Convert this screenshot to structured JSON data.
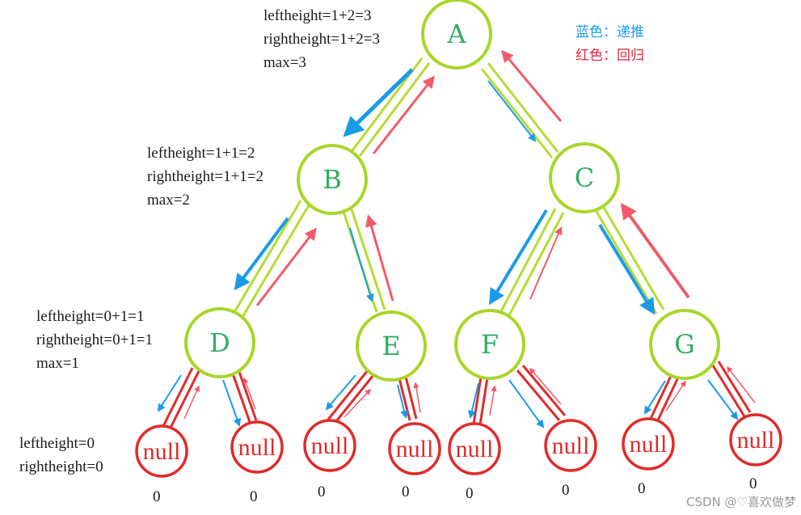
{
  "legend": {
    "blue": "蓝色：递推",
    "red": "红色：回归",
    "blue_color": "#1a9be8",
    "red_color": "#e8233a"
  },
  "nodes": {
    "A": "A",
    "B": "B",
    "C": "C",
    "D": "D",
    "E": "E",
    "F": "F",
    "G": "G"
  },
  "null_label": "null",
  "notes": {
    "a": [
      "leftheight=1+2=3",
      "rightheight=1+2=3",
      "max=3"
    ],
    "b": [
      "leftheight=1+1=2",
      "rightheight=1+1=2",
      "max=2"
    ],
    "d": [
      "leftheight=0+1=1",
      "rightheight=0+1=1",
      "max=1"
    ],
    "leaf": [
      "leftheight=0",
      "rightheight=0"
    ]
  },
  "zeros": [
    "0",
    "0",
    "0",
    "0",
    "0",
    "0",
    "0",
    "0"
  ],
  "watermark": "CSDN @♡喜欢做梦",
  "colors": {
    "node_stroke": "#a8d62a",
    "node_text": "#2fae63",
    "null_stroke": "#e02b2b"
  }
}
